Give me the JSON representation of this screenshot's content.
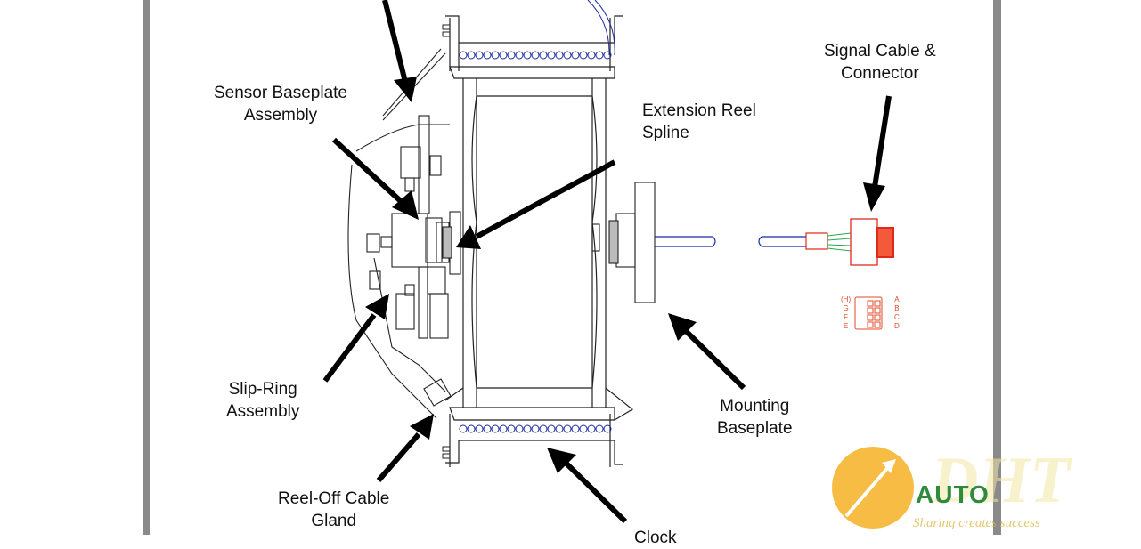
{
  "labels": {
    "sensor_baseplate": [
      "Sensor Baseplate",
      "Assembly"
    ],
    "extension_reel_spline": [
      "Extension Reel",
      "Spline"
    ],
    "signal_cable": [
      "Signal Cable &",
      "Connector"
    ],
    "slip_ring": [
      "Slip-Ring",
      "Assembly"
    ],
    "mounting_baseplate": [
      "Mounting",
      "Baseplate"
    ],
    "reel_off_gland": [
      "Reel-Off Cable",
      "Gland"
    ],
    "bottom_cut": "Clock"
  },
  "pinout": {
    "left": [
      "(H)",
      "G",
      "F",
      "E"
    ],
    "right": [
      "A",
      "B",
      "C",
      "D"
    ]
  },
  "watermark": {
    "brand": "DHT",
    "name": "AUTO",
    "slogan": "Sharing creates success"
  },
  "colors": {
    "cable_blue": "#1b2aa0",
    "connector_red": "#e0281c",
    "logo_orange": "#f6b023",
    "logo_green": "#2f8a3a"
  }
}
